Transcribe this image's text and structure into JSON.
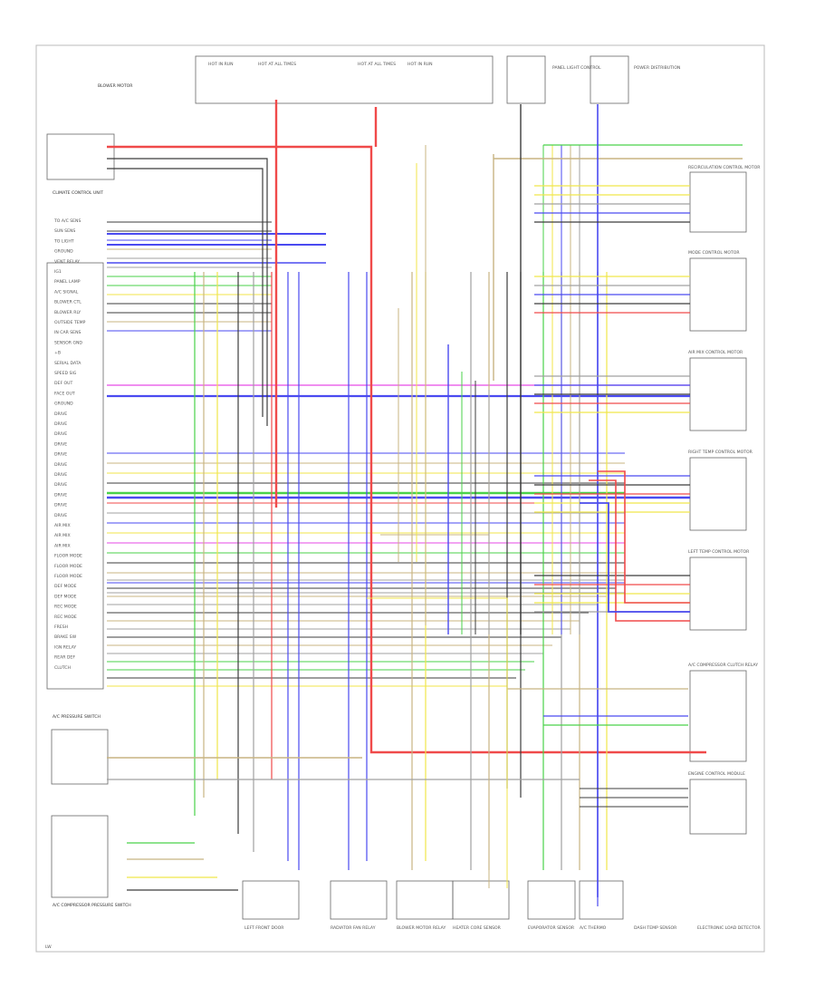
{
  "colors": {
    "red": "#f04a4a",
    "blue": "#4a4af0",
    "green": "#4ad24a",
    "yellow": "#f0e64a",
    "tan": "#c8b482",
    "pink": "#e64ae6",
    "black": "#3c3c3c",
    "grey": "#a0a0a0",
    "gray_box": "#666666"
  },
  "header_labels": {
    "top_left": "BLOWER MOTOR",
    "top_fuse_1": "HOT IN RUN",
    "top_fuse_2": "HOT AT ALL TIMES",
    "top_fuse_3": "HOT AT ALL TIMES",
    "top_fuse_4": "HOT IN RUN",
    "right_box_1": "PANEL LIGHT CONTROL",
    "right_box_2": "POWER DISTRIBUTION"
  },
  "left_pins": [
    "TO A/C SENS",
    "SUN SENS",
    "TO LIGHT",
    "GROUND",
    "VENT RELAY",
    "IG1",
    "PANEL LAMP",
    "A/C SIGNAL",
    "BLOWER CTL",
    "BLOWER RLY",
    "OUTSIDE TEMP",
    "IN CAR SENS",
    "SENSOR GND",
    "+B",
    "SERIAL DATA",
    "SPEED SIG",
    "DEF OUT",
    "FACE OUT",
    "GROUND",
    "DRIVE",
    "DRIVE",
    "DRIVE",
    "DRIVE",
    "DRIVE",
    "DRIVE",
    "DRIVE",
    "DRIVE",
    "DRIVE",
    "DRIVE",
    "DRIVE",
    "AIR MIX",
    "AIR MIX",
    "AIR MIX",
    "FLOOR MODE",
    "FLOOR MODE",
    "FLOOR MODE",
    "DEF MODE",
    "DEF MODE",
    "REC MODE",
    "REC MODE",
    "FRESH",
    "BRAKE SW",
    "IGN RELAY",
    "REAR DEF",
    "CLUTCH"
  ],
  "right_components": [
    "RECIRCULATION CONTROL MOTOR",
    "MODE CONTROL MOTOR",
    "AIR MIX CONTROL MOTOR",
    "RIGHT TEMP CONTROL MOTOR",
    "LEFT TEMP CONTROL MOTOR",
    "A/C COMPRESSOR CLUTCH RELAY",
    "ENGINE CONTROL MODULE"
  ],
  "left_components": [
    "CLIMATE CONTROL UNIT",
    "A/C PRESSURE SWITCH",
    "A/C COMPRESSOR PRESSURE SWITCH"
  ],
  "bottom_components": [
    "LEFT FRONT DOOR",
    "RADIATOR FAN RELAY",
    "BLOWER MOTOR RELAY",
    "HEATER CORE SENSOR",
    "EVAPORATOR SENSOR",
    "A/C THERMO",
    "DASH TEMP SENSOR",
    "ELECTRONIC LOAD DETECTOR"
  ],
  "footer": "LW"
}
